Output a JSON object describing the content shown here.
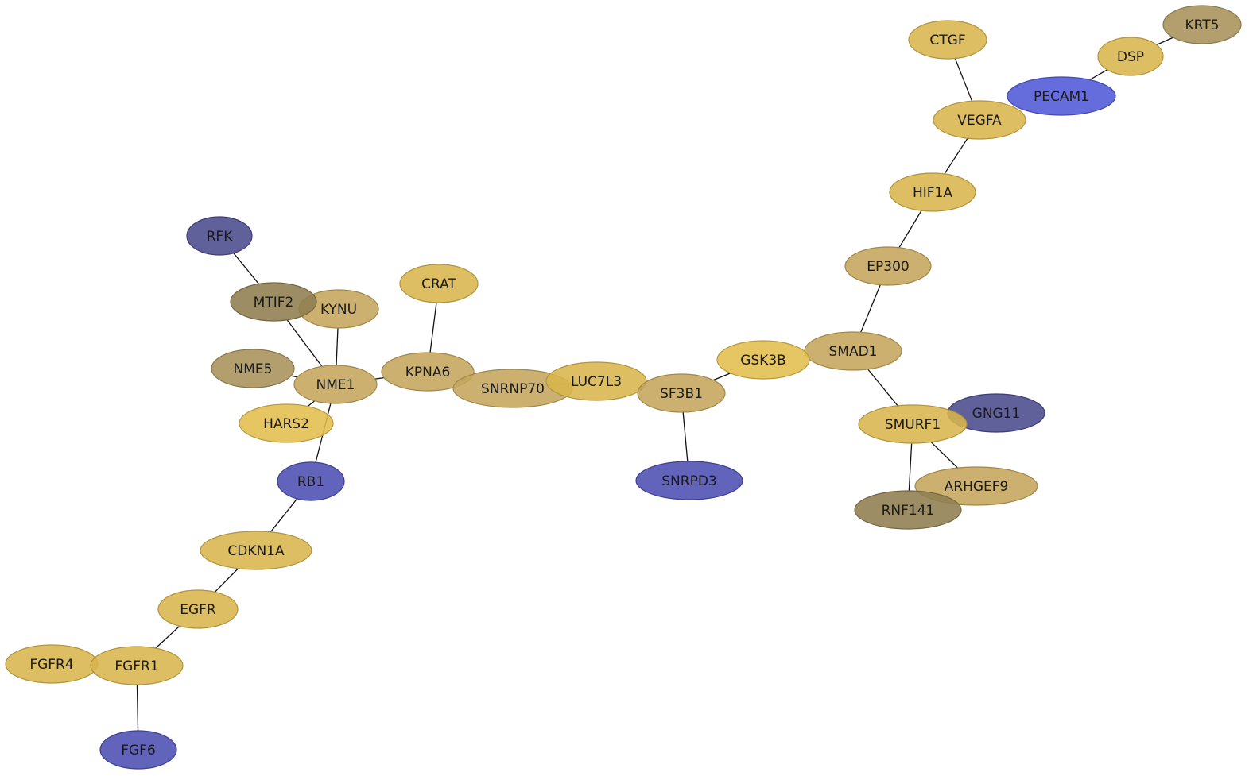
{
  "colors": {
    "gold": "#d8b54c",
    "gold-bright": "#e2bd4d",
    "tan": "#c4a55c",
    "olive": "#a8925a",
    "dark-olive": "#8f7d50",
    "indigo": "#4b4fb0",
    "slate-indigo": "#4a4a8c",
    "blue": "#5058d6",
    "edge": "#111111"
  },
  "nodes": [
    {
      "id": "KRT5",
      "label": "KRT5",
      "color": "olive"
    },
    {
      "id": "CTGF",
      "label": "CTGF",
      "color": "gold"
    },
    {
      "id": "DSP",
      "label": "DSP",
      "color": "gold"
    },
    {
      "id": "PECAM1",
      "label": "PECAM1",
      "color": "blue"
    },
    {
      "id": "VEGFA",
      "label": "VEGFA",
      "color": "gold"
    },
    {
      "id": "HIF1A",
      "label": "HIF1A",
      "color": "gold"
    },
    {
      "id": "EP300",
      "label": "EP300",
      "color": "tan"
    },
    {
      "id": "RFK",
      "label": "RFK",
      "color": "slate-indigo"
    },
    {
      "id": "CRAT",
      "label": "CRAT",
      "color": "gold"
    },
    {
      "id": "KYNU",
      "label": "KYNU",
      "color": "tan"
    },
    {
      "id": "MTIF2",
      "label": "MTIF2",
      "color": "dark-olive"
    },
    {
      "id": "NME5",
      "label": "NME5",
      "color": "olive"
    },
    {
      "id": "SMAD1",
      "label": "SMAD1",
      "color": "tan"
    },
    {
      "id": "GSK3B",
      "label": "GSK3B",
      "color": "gold-bright"
    },
    {
      "id": "KPNA6",
      "label": "KPNA6",
      "color": "tan"
    },
    {
      "id": "NME1",
      "label": "NME1",
      "color": "tan"
    },
    {
      "id": "SNRNP70",
      "label": "SNRNP70",
      "color": "tan"
    },
    {
      "id": "LUC7L3",
      "label": "LUC7L3",
      "color": "gold"
    },
    {
      "id": "SF3B1",
      "label": "SF3B1",
      "color": "tan"
    },
    {
      "id": "HARS2",
      "label": "HARS2",
      "color": "gold-bright"
    },
    {
      "id": "GNG11",
      "label": "GNG11",
      "color": "slate-indigo"
    },
    {
      "id": "SMURF1",
      "label": "SMURF1",
      "color": "gold"
    },
    {
      "id": "RB1",
      "label": "RB1",
      "color": "indigo"
    },
    {
      "id": "SNRPD3",
      "label": "SNRPD3",
      "color": "indigo"
    },
    {
      "id": "ARHGEF9",
      "label": "ARHGEF9",
      "color": "tan"
    },
    {
      "id": "RNF141",
      "label": "RNF141",
      "color": "dark-olive"
    },
    {
      "id": "CDKN1A",
      "label": "CDKN1A",
      "color": "gold"
    },
    {
      "id": "EGFR",
      "label": "EGFR",
      "color": "gold"
    },
    {
      "id": "FGFR4",
      "label": "FGFR4",
      "color": "gold"
    },
    {
      "id": "FGFR1",
      "label": "FGFR1",
      "color": "gold"
    },
    {
      "id": "FGF6",
      "label": "FGF6",
      "color": "indigo"
    }
  ],
  "edges": [
    [
      "DSP",
      "KRT5"
    ],
    [
      "DSP",
      "PECAM1"
    ],
    [
      "CTGF",
      "VEGFA"
    ],
    [
      "VEGFA",
      "HIF1A"
    ],
    [
      "HIF1A",
      "EP300"
    ],
    [
      "EP300",
      "SMAD1"
    ],
    [
      "SMAD1",
      "GSK3B"
    ],
    [
      "SMAD1",
      "SMURF1"
    ],
    [
      "GSK3B",
      "SF3B1"
    ],
    [
      "SF3B1",
      "SNRPD3"
    ],
    [
      "SF3B1",
      "LUC7L3"
    ],
    [
      "LUC7L3",
      "SNRNP70"
    ],
    [
      "SNRNP70",
      "KPNA6"
    ],
    [
      "KPNA6",
      "CRAT"
    ],
    [
      "KPNA6",
      "NME1"
    ],
    [
      "NME1",
      "KYNU"
    ],
    [
      "NME1",
      "MTIF2"
    ],
    [
      "MTIF2",
      "RFK"
    ],
    [
      "NME1",
      "NME5"
    ],
    [
      "NME1",
      "HARS2"
    ],
    [
      "NME1",
      "RB1"
    ],
    [
      "RB1",
      "CDKN1A"
    ],
    [
      "CDKN1A",
      "EGFR"
    ],
    [
      "EGFR",
      "FGFR1"
    ],
    [
      "FGFR1",
      "FGFR4"
    ],
    [
      "FGFR1",
      "FGF6"
    ],
    [
      "SMURF1",
      "GNG11"
    ],
    [
      "SMURF1",
      "ARHGEF9"
    ],
    [
      "SMURF1",
      "RNF141"
    ]
  ]
}
